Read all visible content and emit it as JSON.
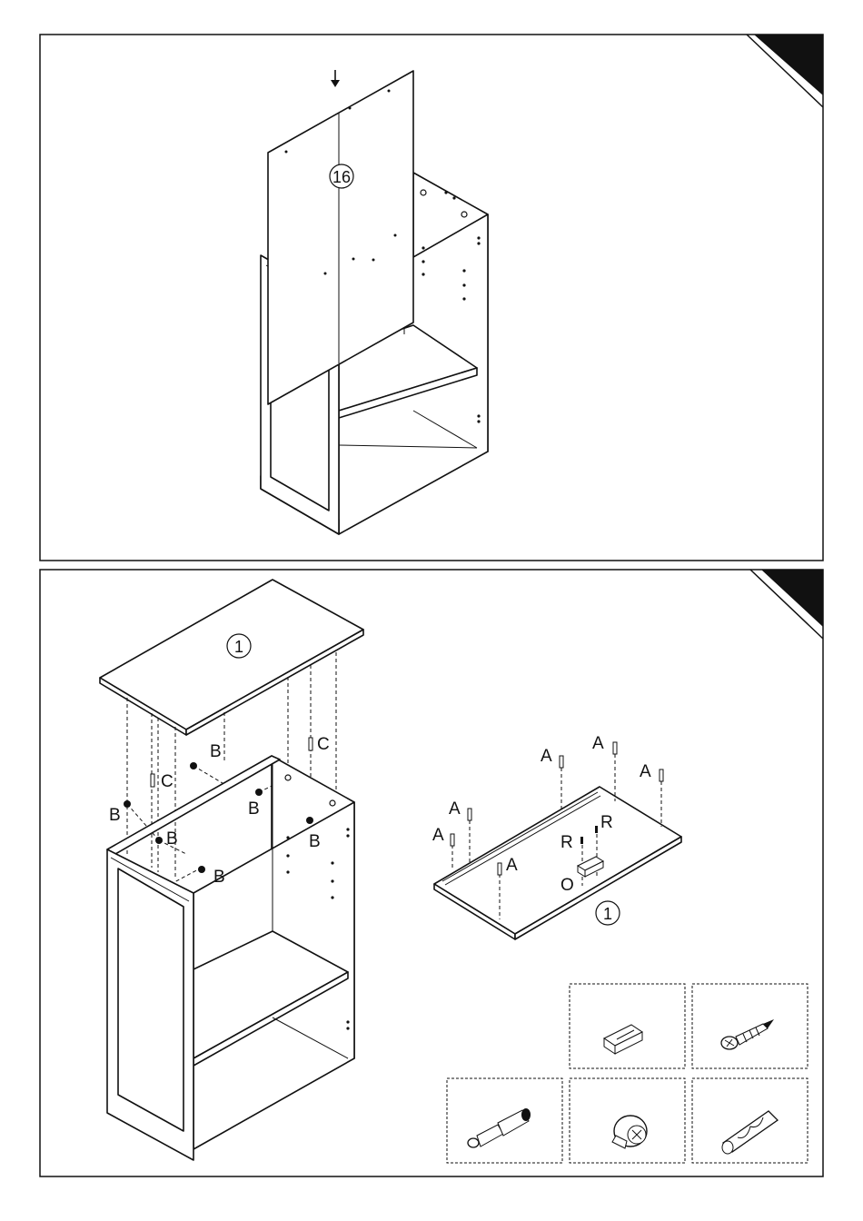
{
  "step1": {
    "part_label": "16",
    "arrow_icon": "arrow-down-icon"
  },
  "step2": {
    "top_part_label": "1",
    "panel_part_label": "1",
    "fitting_labels": {
      "B1": "B",
      "B2": "B",
      "B3": "B",
      "B4": "B",
      "B5": "B",
      "B6": "B",
      "C1": "C",
      "C2": "C",
      "A1": "A",
      "A2": "A",
      "A3": "A",
      "A4": "A",
      "A5": "A",
      "A6": "A",
      "R1": "R",
      "R2": "R",
      "O": "O"
    },
    "hardware": [
      {
        "icon": "magnetic-catch-icon"
      },
      {
        "icon": "screw-icon"
      },
      {
        "icon": "cam-bolt-icon"
      },
      {
        "icon": "cam-lock-icon"
      },
      {
        "icon": "wood-dowel-icon"
      }
    ]
  }
}
